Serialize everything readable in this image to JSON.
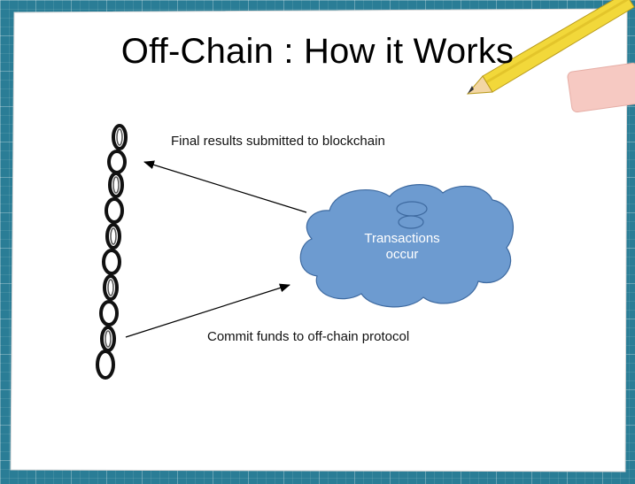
{
  "slide": {
    "title": "Off-Chain : How it Works",
    "arrow_top_label": "Final results submitted to blockchain",
    "arrow_bottom_label": "Commit funds to off-chain protocol",
    "cloud_label_line1": "Transactions",
    "cloud_label_line2": "occur"
  },
  "colors": {
    "background": "#2a7d96",
    "paper": "#ffffff",
    "cloud_fill": "#6d9bd0",
    "cloud_stroke": "#3e6aa0",
    "pencil_body": "#f2d83a",
    "eraser": "#f6c9c2"
  },
  "icons": {
    "chain": "chain-icon",
    "pencil": "pencil-icon",
    "eraser": "eraser-icon",
    "cloud": "cloud-shape"
  }
}
